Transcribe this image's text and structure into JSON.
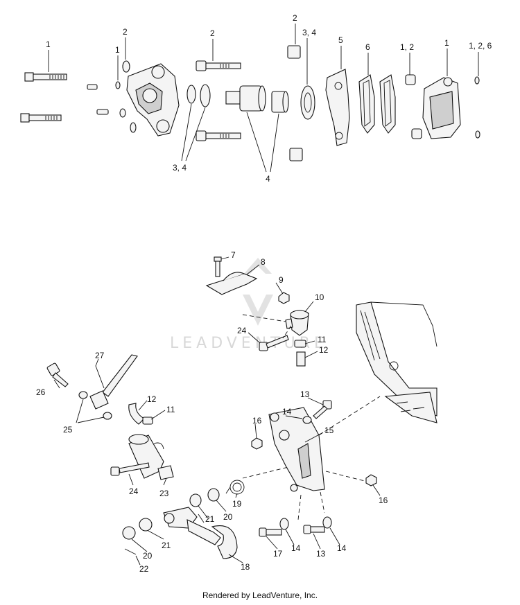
{
  "watermark": "LEADVENTURE",
  "footer": "Rendered by LeadVenture, Inc.",
  "callouts": {
    "c1": "1",
    "c2": "2",
    "c3": "1",
    "c4": "2",
    "c5": "2",
    "c6": "3, 4",
    "c7": "5",
    "c8": "6",
    "c9": "1,  2",
    "c10": "1",
    "c11": "1, 2, 6",
    "c12": "3,  4",
    "c13": "4",
    "c14": "7",
    "c15": "8",
    "c16": "9",
    "c17": "10",
    "c18": "24",
    "c19": "11",
    "c20": "12",
    "c21": "27",
    "c22": "26",
    "c23": "25",
    "c24": "12",
    "c25": "11",
    "c26": "24",
    "c27": "23",
    "c28": "13",
    "c29": "14",
    "c30": "16",
    "c31": "15",
    "c32": "16",
    "c33": "19",
    "c34": "21",
    "c35": "20",
    "c36": "21",
    "c37": "20",
    "c38": "21",
    "c39": "20",
    "c40": "22",
    "c41": "18",
    "c42": "17",
    "c43": "14",
    "c44": "13",
    "c45": "14"
  }
}
